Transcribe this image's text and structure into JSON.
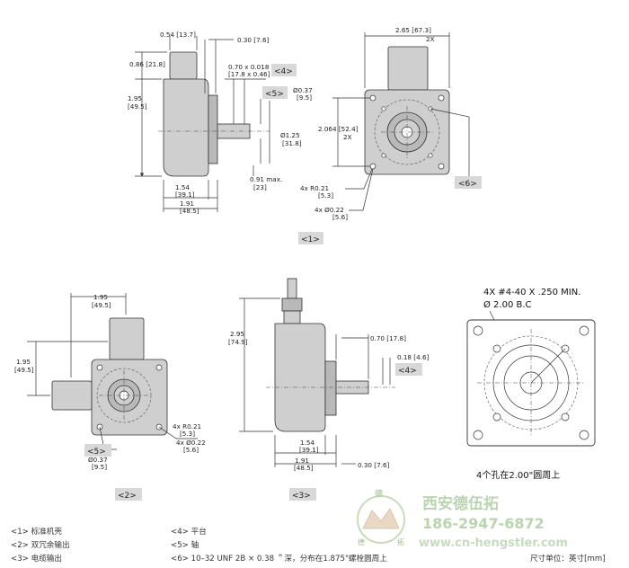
{
  "dims": {
    "d054": "0.54 [13.7]",
    "d030a": "0.30 [7.6]",
    "d086": "0.86 [21.8]",
    "d070": "0.70 x 0.018",
    "d070b": "[17.8 x 0.46]",
    "d195a": "1.95",
    "d195ab": "[49.5]",
    "d037a": "Ø0.37",
    "d037ab": "[9.5]",
    "d125": "Ø1.25",
    "d125b": "[31.8]",
    "d091": "0.91 max.",
    "d091b": "[23]",
    "d154a": "1.54",
    "d154ab": "[39.1]",
    "d191a": "1.91",
    "d191ab": "[48.5]",
    "d265": "2.65 [67.3]",
    "d265x": "2X",
    "d2064": "2.064 [52.4]",
    "d2064x": "2X",
    "r021a": "4x R0.21",
    "r021ab": "[5.3]",
    "h022a": "4x Ø0.22",
    "h022ab": "[5.6]",
    "d195b": "1.95",
    "d195bb": "[49.5]",
    "d195c": "1.95",
    "d195cb": "[49.5]",
    "r021b": "4x R0.21",
    "r021bb": "[5.3]",
    "h022b": "4x Ø0.22",
    "h022bb": "[5.6]",
    "d037b": "Ø0.37",
    "d037bb": "[9.5]",
    "d295": "2.95",
    "d295b": "[74.9]",
    "d070c": "0.70 [17.8]",
    "d018": "0.18 [4.6]",
    "d154b": "1.54",
    "d154bb": "[39.1]",
    "d191b": "1.91",
    "d191bb": "[48.5]",
    "d030b": "0.30 [7.6]"
  },
  "tags": {
    "t4a": "<4>",
    "t5a": "<5>",
    "t6": "<6>",
    "t1": "<1>",
    "t5b": "<5>",
    "t4b": "<4>",
    "t2": "<2>",
    "t3": "<3>"
  },
  "detail": {
    "line1": "4X #4-40 X .250 MIN.",
    "line2": "Ø 2.00 B.C",
    "caption": "4个孔在2.00\"圆周上"
  },
  "watermark": {
    "company": "西安德伍拓",
    "phone": "186-2947-6872",
    "site": "www.cn-hengstler.com",
    "logo_top": "德",
    "logo_left": "德",
    "logo_right": "拓"
  },
  "legend": {
    "l1": "<1> 标准机壳",
    "l2": "<2> 双冗余输出",
    "l3": "<3> 电缆输出",
    "l4": "<4> 平台",
    "l5": "<5> 轴",
    "l6": "<6> 10–32 UNF 2B × 0.38 ＂深，分布在1.875\"螺栓圆周上",
    "units": "尺寸单位：英寸[mm]"
  }
}
